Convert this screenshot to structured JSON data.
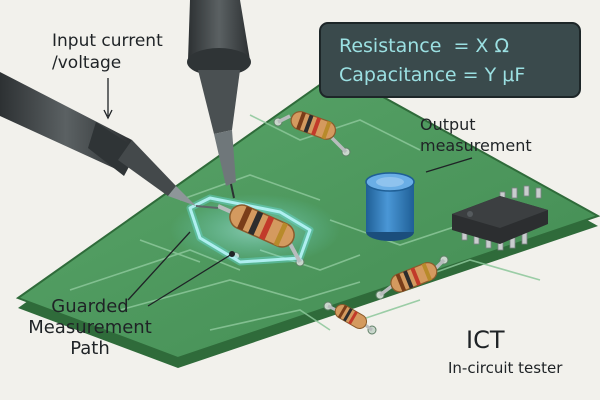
{
  "labels": {
    "input": "Input current\n/voltage",
    "output": "Output\nmeasurement",
    "guarded": "Guarded\nMeasurement\nPath",
    "ict_title": "ICT",
    "ict_subtitle": "In-circuit tester"
  },
  "readout": {
    "resistance": "Resistance  = X Ω",
    "capacitance": "Capacitance = Y μF"
  },
  "colors": {
    "board": "#4f9a5f",
    "trace": "#8cc79a",
    "probe": "#3b4042",
    "glow": "#6ee7ef",
    "capacitor": "#2f78b8",
    "screen": "#3a4a4c",
    "screen_text": "#9be0e2"
  }
}
